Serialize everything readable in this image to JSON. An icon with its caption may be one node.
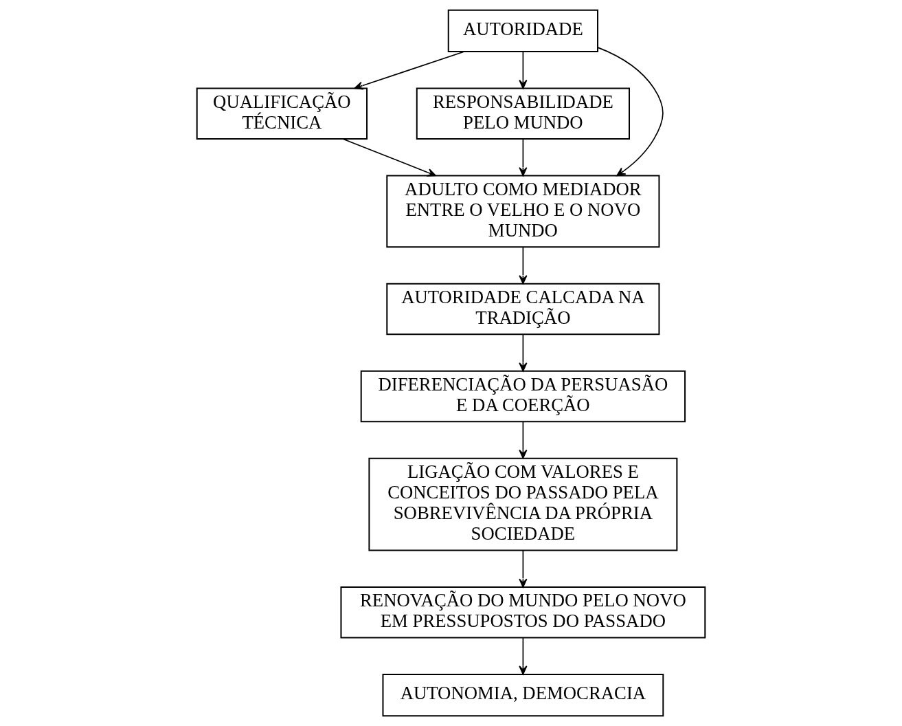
{
  "diagram": {
    "nodes": [
      {
        "text": [
          "AUTORIDADE"
        ]
      },
      {
        "text": [
          "QUALIFICAÇÃO TÉCNICA"
        ]
      },
      {
        "text": [
          "RESPONSABILIDADE PELO MUNDO"
        ]
      },
      {
        "text": [
          "ADULTO COMO MEDIADOR ENTRE O VELHO E O NOVO MUNDO"
        ]
      },
      {
        "text": [
          "AUTORIDADE CALCADA NA TRADIÇÃO"
        ]
      },
      {
        "text": [
          "DIFERENCIAÇÃO DA PERSUASÃO E DA COERÇÃO"
        ]
      },
      {
        "text": [
          "LIGAÇÃO COM VALORES E CONCEITOS DO PASSADO PELA SOBREVIVÊNCIA DA PRÓPRIA SOCIEDADE"
        ]
      },
      {
        "text": [
          "RENOVAÇÃO DO MUNDO PELO NOVO EM PRESSUPOSTOS DO PASSADO"
        ]
      },
      {
        "text": [
          "AUTONOMIA, DEMOCRACIA"
        ]
      }
    ],
    "edges": [
      {
        "from": 0,
        "to": 1,
        "arrow": "to"
      },
      {
        "from": 0,
        "to": 3,
        "arrow": "to"
      },
      {
        "from": 0,
        "to": 2,
        "arrow": "to"
      },
      {
        "from": 1,
        "to": 3,
        "arrow": "to"
      },
      {
        "from": 2,
        "to": 3,
        "arrow": "to"
      },
      {
        "from": 3,
        "to": 4,
        "arrow": "to"
      },
      {
        "from": 4,
        "to": 5,
        "arrow": "to"
      },
      {
        "from": 5,
        "to": 6,
        "arrow": "to"
      },
      {
        "from": 6,
        "to": 7,
        "arrow": "to"
      },
      {
        "from": 7,
        "to": 8,
        "arrow": "to"
      }
    ]
  }
}
